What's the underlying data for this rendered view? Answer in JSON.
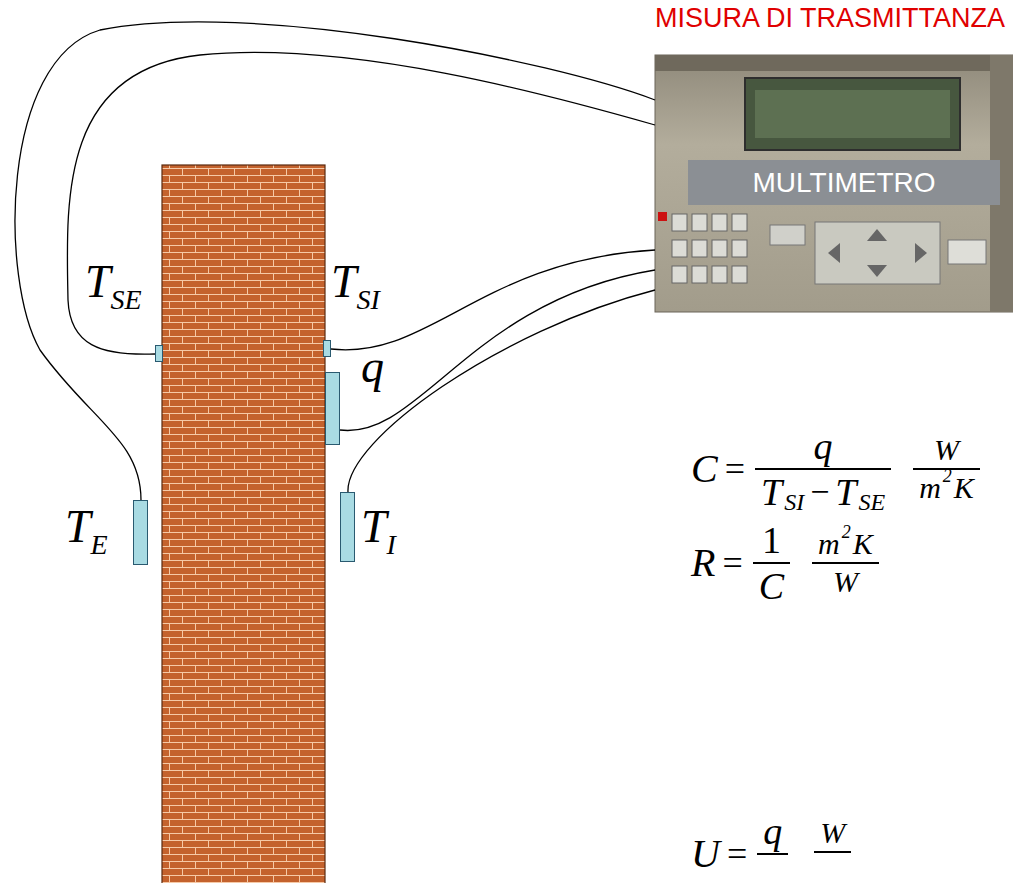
{
  "diagram": {
    "title": "MISURA DI TRASMITTANZA",
    "nodes": [
      {
        "text": [
          "MULTIMETRO"
        ]
      },
      {
        "text": [
          "T",
          "SE"
        ]
      },
      {
        "text": [
          "T",
          "SI"
        ]
      },
      {
        "text": [
          "q"
        ]
      },
      {
        "text": [
          "T",
          "E"
        ]
      },
      {
        "text": [
          "T",
          "I"
        ]
      }
    ],
    "edges": [
      {
        "from": 1,
        "to": 0,
        "arrow": "none"
      },
      {
        "from": 2,
        "to": 0,
        "arrow": "none"
      },
      {
        "from": 3,
        "to": 0,
        "arrow": "none"
      },
      {
        "from": 4,
        "to": 0,
        "arrow": "none"
      },
      {
        "from": 5,
        "to": 0,
        "arrow": "none"
      }
    ],
    "labels": [
      "C",
      "=",
      "q",
      "T",
      "SI",
      "−",
      "T",
      "SE",
      "W",
      "m",
      "2",
      "K",
      "R",
      "=",
      "1",
      "C",
      "m",
      "2",
      "K",
      "W",
      "U",
      "=",
      "q",
      "W"
    ]
  }
}
